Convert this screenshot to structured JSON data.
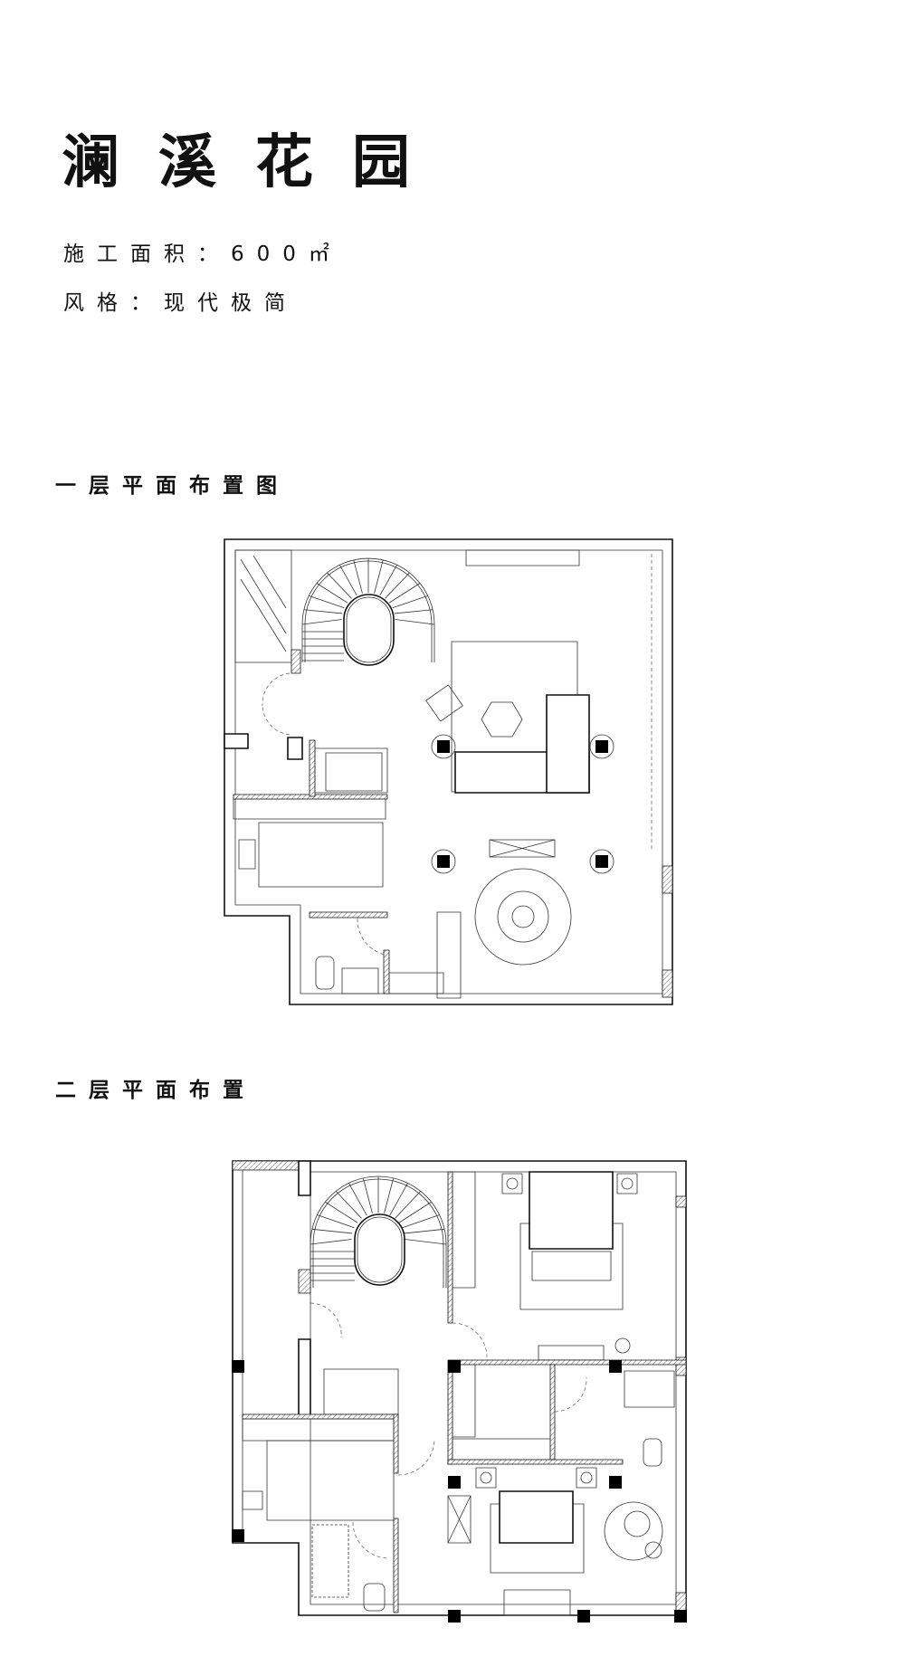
{
  "project": {
    "title": "澜溪花园",
    "area_label": "施工面积：",
    "area_value": "600㎡",
    "style_label": "风格：",
    "style_value": "现代极简"
  },
  "sections": [
    {
      "heading": "一层平面布置图"
    },
    {
      "heading": "二层平面布置"
    }
  ]
}
